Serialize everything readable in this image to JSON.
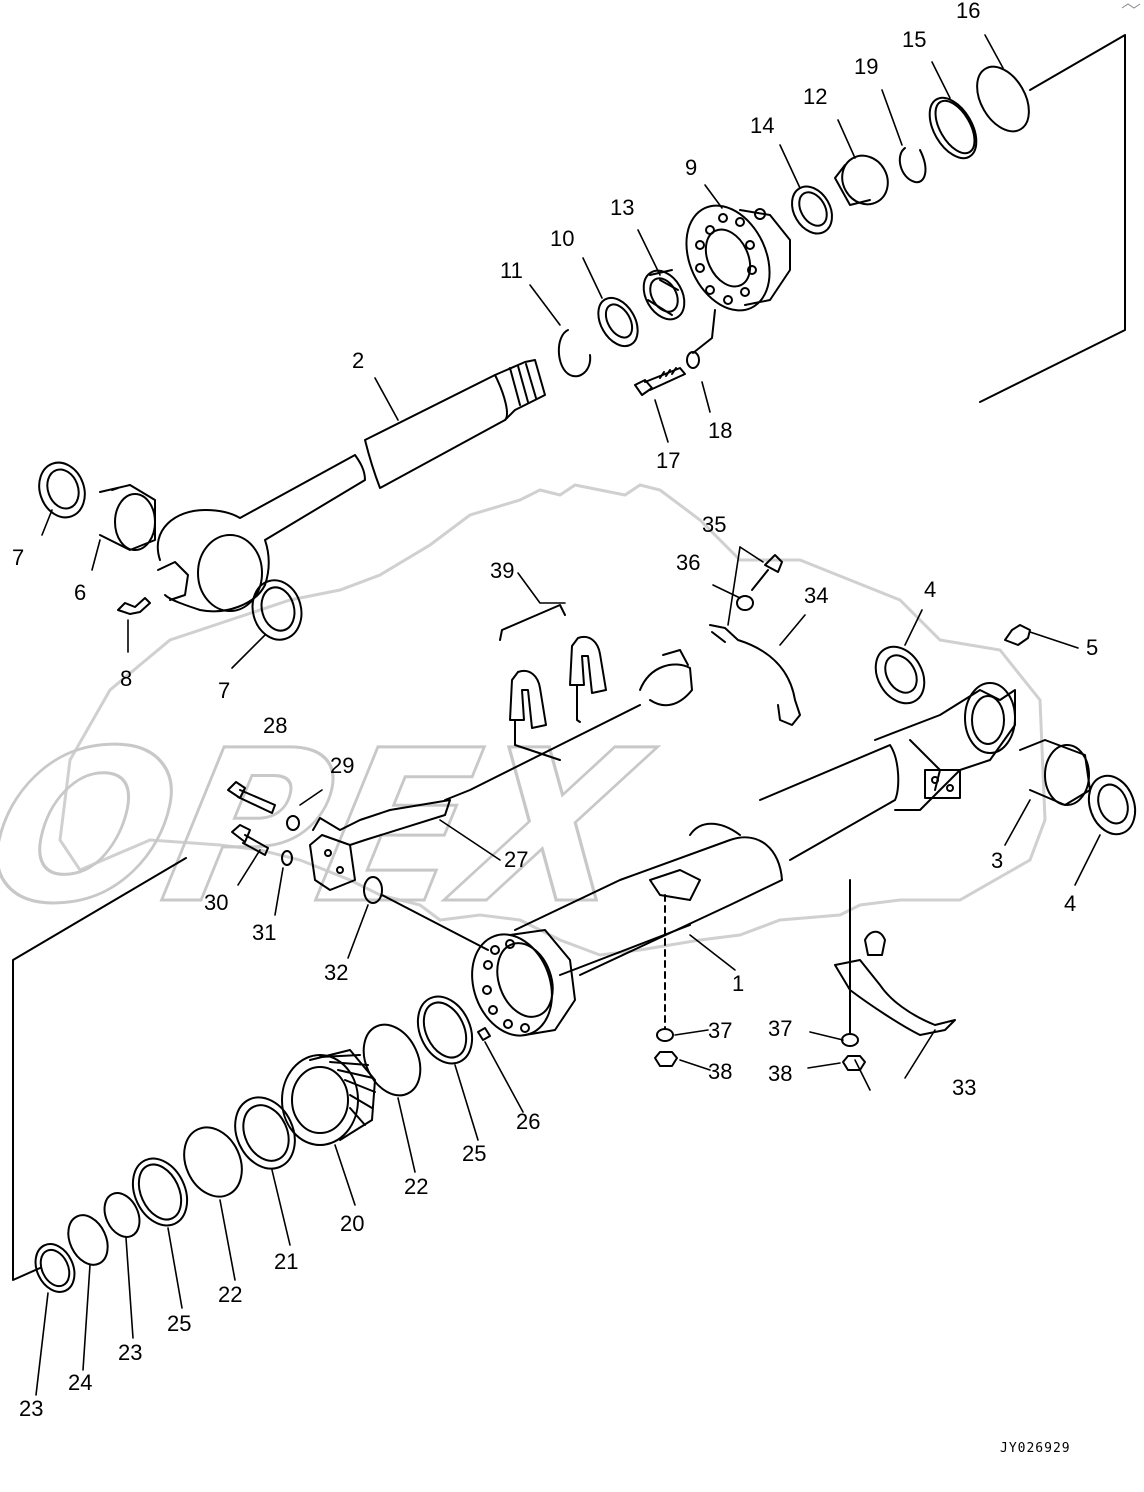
{
  "watermark": {
    "text": "OPEX"
  },
  "document_id": "JY026929",
  "callouts": {
    "c1": "1",
    "c2": "2",
    "c3": "3",
    "c4a": "4",
    "c4b": "4",
    "c5": "5",
    "c6": "6",
    "c7a": "7",
    "c7b": "7",
    "c8": "8",
    "c9": "9",
    "c10": "10",
    "c11": "11",
    "c12": "12",
    "c13": "13",
    "c14": "14",
    "c15": "15",
    "c16": "16",
    "c17": "17",
    "c18": "18",
    "c19": "19",
    "c20": "20",
    "c21": "21",
    "c22a": "22",
    "c22b": "22",
    "c23a": "23",
    "c23b": "23",
    "c24": "24",
    "c25a": "25",
    "c25b": "25",
    "c26": "26",
    "c27": "27",
    "c28": "28",
    "c29": "29",
    "c30": "30",
    "c31": "31",
    "c32": "32",
    "c33": "33",
    "c34": "34",
    "c35": "35",
    "c36": "36",
    "c37a": "37",
    "c37b": "37",
    "c38a": "38",
    "c38b": "38",
    "c39": "39"
  }
}
